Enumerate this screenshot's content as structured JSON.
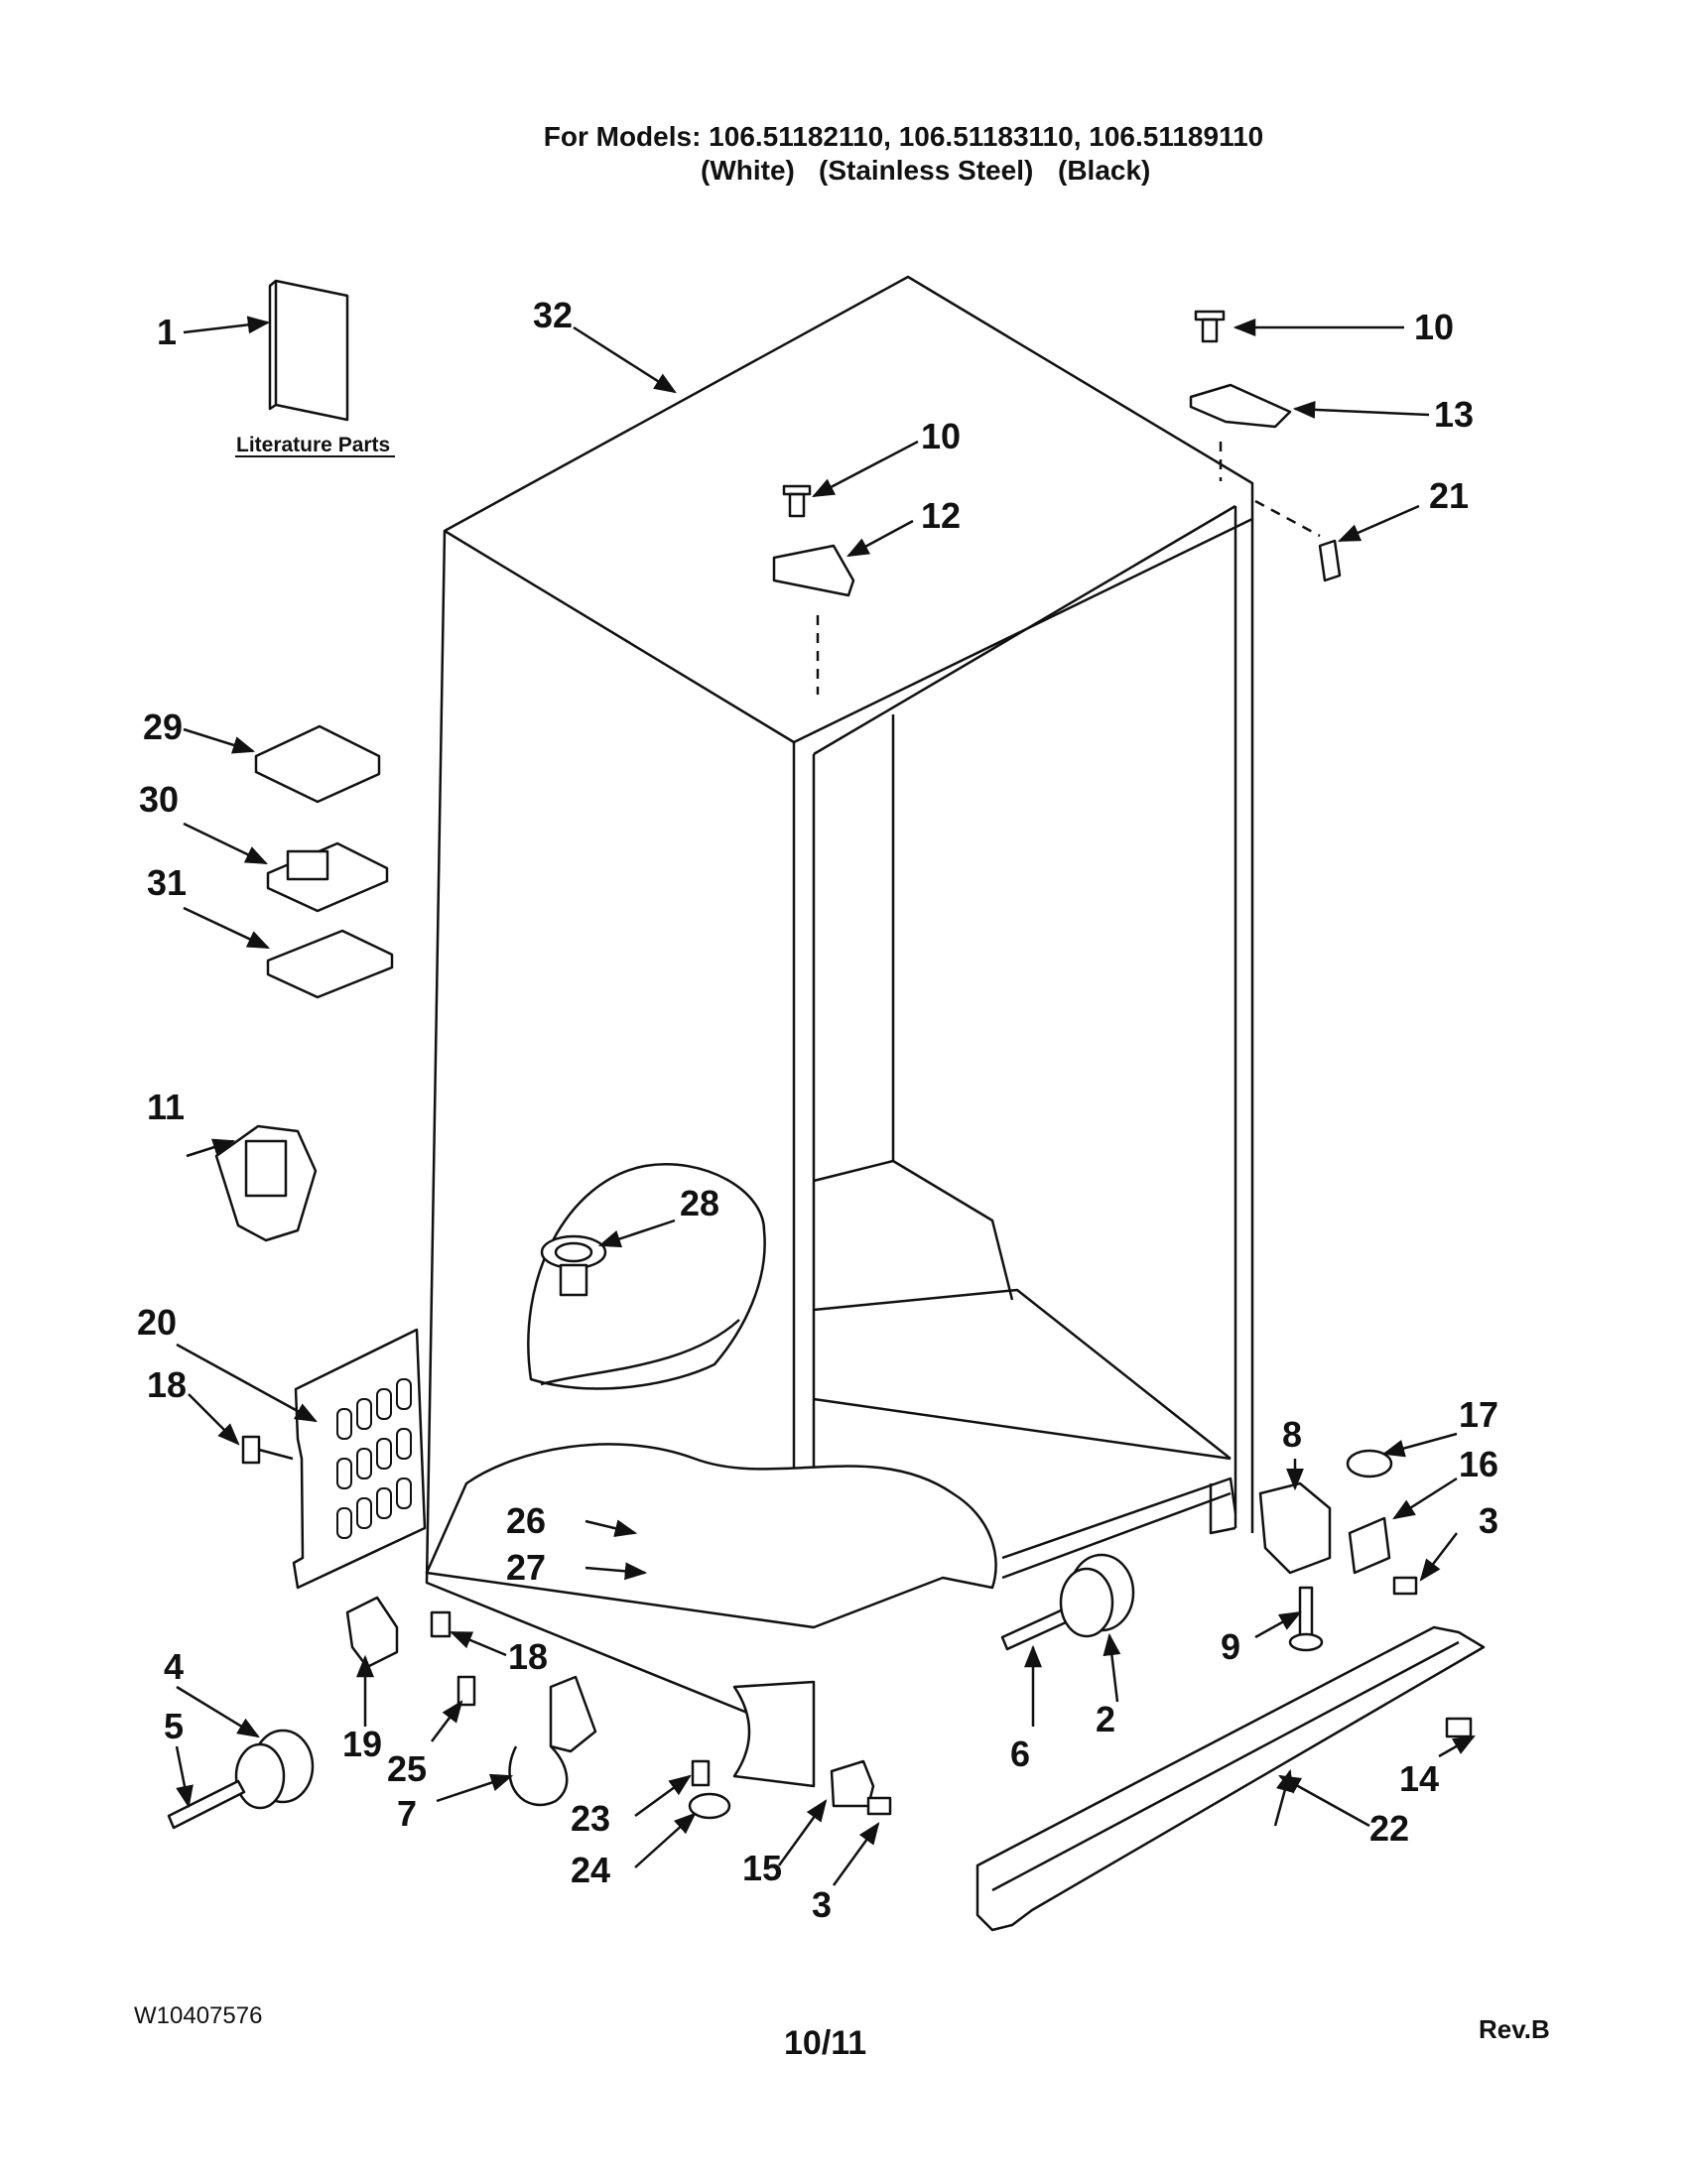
{
  "header": {
    "models_line": "For Models: 106.51182110, 106.51183110, 106.51189110",
    "colors": [
      "(White)",
      "(Stainless Steel)",
      "(Black)"
    ]
  },
  "diagram": {
    "literature_label": "Literature Parts",
    "callouts": {
      "c1": "1",
      "c2": "2",
      "c3a": "3",
      "c3b": "3",
      "c4": "4",
      "c5": "5",
      "c6": "6",
      "c7": "7",
      "c8": "8",
      "c9": "9",
      "c10a": "10",
      "c10b": "10",
      "c11": "11",
      "c12": "12",
      "c13": "13",
      "c14": "14",
      "c15": "15",
      "c16": "16",
      "c17": "17",
      "c18a": "18",
      "c18b": "18",
      "c19": "19",
      "c20": "20",
      "c21": "21",
      "c22": "22",
      "c23": "23",
      "c24": "24",
      "c25": "25",
      "c26": "26",
      "c27": "27",
      "c28": "28",
      "c29": "29",
      "c30": "30",
      "c31": "31",
      "c32": "32"
    }
  },
  "footer": {
    "doc_id": "W10407576",
    "page": "10/11",
    "rev": "Rev.B"
  }
}
